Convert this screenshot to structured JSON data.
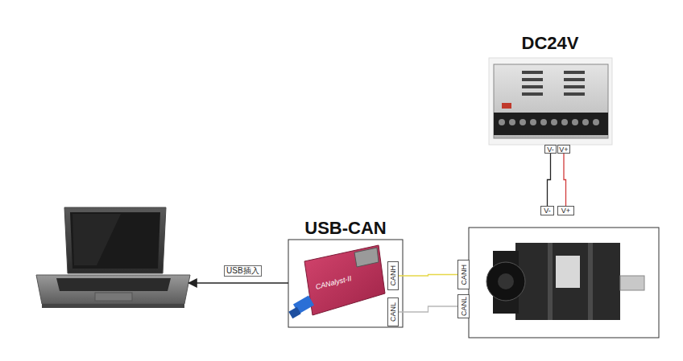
{
  "diagram": {
    "nodes": [
      {
        "text": [
          "DC24V"
        ]
      },
      {
        "text": [
          "V-"
        ]
      },
      {
        "text": [
          "V+"
        ]
      },
      {
        "text": [
          "V-"
        ]
      },
      {
        "text": [
          "V+"
        ]
      },
      {
        "text": [
          "USB-CAN"
        ]
      },
      {
        "text": [
          "CANH"
        ],
        "in": 5
      },
      {
        "text": [
          "CANL"
        ],
        "in": 5
      },
      {
        "text": [
          "CANH"
        ]
      },
      {
        "text": [
          "CANL"
        ]
      }
    ],
    "edges": [
      {
        "from": 1,
        "to": 3,
        "arrow": "none"
      },
      {
        "from": 2,
        "to": 4,
        "arrow": "none"
      },
      {
        "from": 6,
        "to": 8,
        "arrow": "none"
      },
      {
        "from": 7,
        "to": 9,
        "arrow": "none"
      }
    ],
    "labels": [
      "USB插入",
      "CANalyst-II"
    ]
  }
}
